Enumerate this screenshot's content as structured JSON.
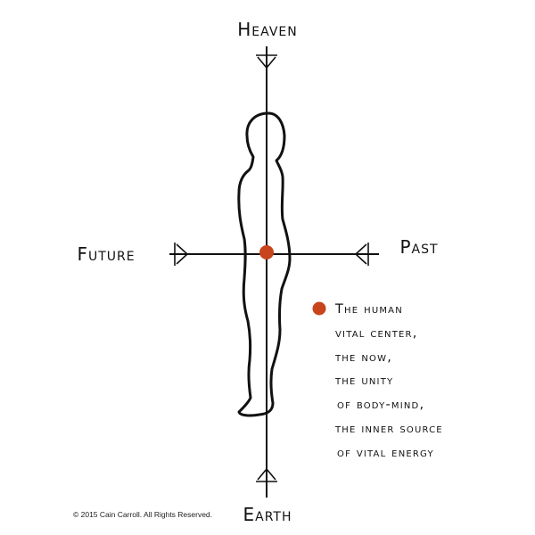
{
  "labels": {
    "top": "Heaven",
    "bottom": "Earth",
    "left": "Future",
    "right": "Past"
  },
  "legend": {
    "lines": [
      "The human",
      "vital center,",
      "the now,",
      "the unity",
      "of body-mind,",
      "the inner source",
      "of vital energy"
    ]
  },
  "copyright": "© 2015 Cain Carroll. All Rights Reserved.",
  "colors": {
    "ink": "#111111",
    "center_dot": "#c8441d"
  }
}
